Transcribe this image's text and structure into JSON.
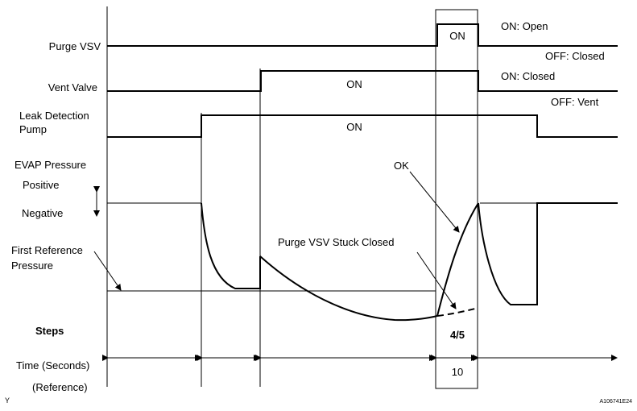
{
  "signals": {
    "purge_vsv": {
      "label": "Purge VSV",
      "on_text": "ON",
      "legend_on": "ON: Open",
      "legend_off": "OFF: Closed"
    },
    "vent_valve": {
      "label": "Vent Valve",
      "on_text": "ON",
      "legend_on": "ON: Closed",
      "legend_off": "OFF: Vent"
    },
    "leak_detection_pump": {
      "label_line1": "Leak Detection",
      "label_line2": "Pump",
      "on_text": "ON"
    }
  },
  "evap": {
    "label": "EVAP Pressure",
    "positive": "Positive",
    "negative": "Negative",
    "first_ref_line1": "First Reference",
    "first_ref_line2": "Pressure",
    "ok_label": "OK",
    "stuck_label": "Purge VSV Stuck Closed"
  },
  "steps": {
    "label": "Steps",
    "value": "4/5"
  },
  "time": {
    "label": "Time (Seconds)",
    "sublabel": "(Reference)",
    "value": "10"
  },
  "footer": {
    "left_mark": "Y",
    "figure_id": "A106741E24"
  }
}
